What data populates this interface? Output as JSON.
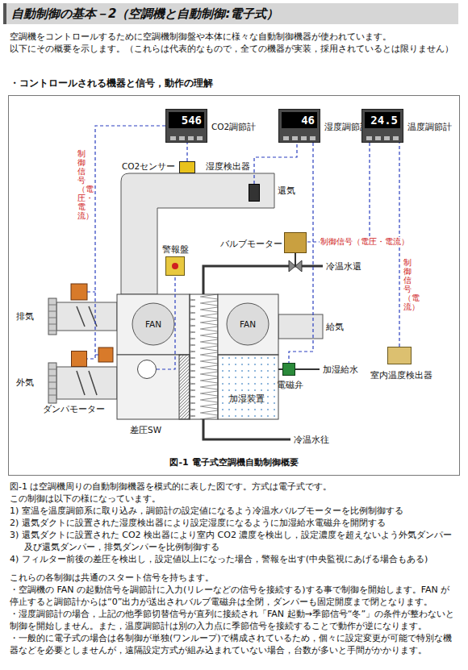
{
  "diagram": {
    "title": "自動制御の基本－2（空調機と自動制御:電子式）",
    "caption": "図-1 電子式空調機自動制御概要",
    "nodes": [
      {
        "text": [
          "546",
          "CO2調節計"
        ]
      },
      {
        "text": [
          "46",
          "湿度調節計"
        ]
      },
      {
        "text": [
          "24.5",
          "温度調節計"
        ]
      },
      {
        "text": [
          "CO2センサー"
        ]
      },
      {
        "text": [
          "湿度検出器"
        ]
      },
      {
        "text": [
          "バルブモーター"
        ]
      },
      {
        "text": [
          "警報盤"
        ]
      },
      {
        "text": [
          "電磁弁"
        ]
      },
      {
        "text": [
          "差圧SW"
        ]
      },
      {
        "text": [
          "ダンパモーター"
        ]
      },
      {
        "text": [
          "室内温度検出器"
        ]
      }
    ],
    "edges": [
      {
        "from": 3,
        "to": 0,
        "arrow": "none"
      },
      {
        "from": 0,
        "to": 9,
        "label": "制御信号（電圧・電流）",
        "arrow": "none"
      },
      {
        "from": 4,
        "to": 1,
        "arrow": "none"
      },
      {
        "from": 1,
        "to": 7,
        "arrow": "none"
      },
      {
        "from": 2,
        "to": 5,
        "label": "制御信号（電圧・電流）",
        "arrow": "none"
      },
      {
        "from": 10,
        "to": 2,
        "label": "制御信号（電流）",
        "arrow": "none"
      },
      {
        "from": 8,
        "to": 6,
        "arrow": "none"
      }
    ],
    "labels": [
      "空調機をコントロールするために空調機制御盤や本体に様々な自動制御機器が使われています。",
      "以下にその概要を示します。（これらは代表的なもので，全ての機器が実装，採用されているとは限りません）",
      "・コントロールされる機器と信号，動作の理解",
      "還気",
      "冷温水還",
      "排気",
      "FAN",
      "FAN",
      "給気",
      "加湿給水",
      "外気",
      "加湿装置",
      "冷温水往",
      "図-1 は空調機周りの自動制御機器を模式的に表した図です。方式は電子式です。",
      "この制御は以下の様になっています。",
      "1) 室温を温度調節系に取り込み，調節計の設定値になるよう冷温水バルブモーターを比例制御する",
      "2) 還気ダクトに設置された湿度検出器により設定湿度になるように加湿給水電磁弁を開閉する",
      "3) 還気ダクトに設置された CO2 検出器により室内 CO2 濃度を検出し，設定濃度を超えないよう外気ダンパー及び還気ダンパー，排気ダンパーを比例制御する",
      "4) フィルター前後の差圧を検出し，設定値以上になった場合，警報を出す(中央監視にあげる場合もある)",
      "これらの各制御は共通のスタート信号を持ちます。",
      "・空調機の FAN の起動信号を調節計に入力(リレーなどの信号を接続する)する事で制御を開始します。FAN が停止すると調節計からは“0”出力が送出されバルブ電磁弁は全閉，ダンパーも固定開度まで閉となります。",
      "・湿度調節計の場合，上記の他季節切替信号が直列に接続され「FAN 起動→季節信号“冬”」の条件が整わないと制御を開始しません。また，温度調節計は別の入力点に季節信号を接続することで動作が逆になります。",
      "・一般的に電子式の場合は各制御が単独(ワンループ)で構成されているため，個々に設定変更が可能で特別な機器などを必要としませんが，遠隔設定方式が組み込まれていない場合，台数が多いと手間がかかります。"
    ]
  }
}
